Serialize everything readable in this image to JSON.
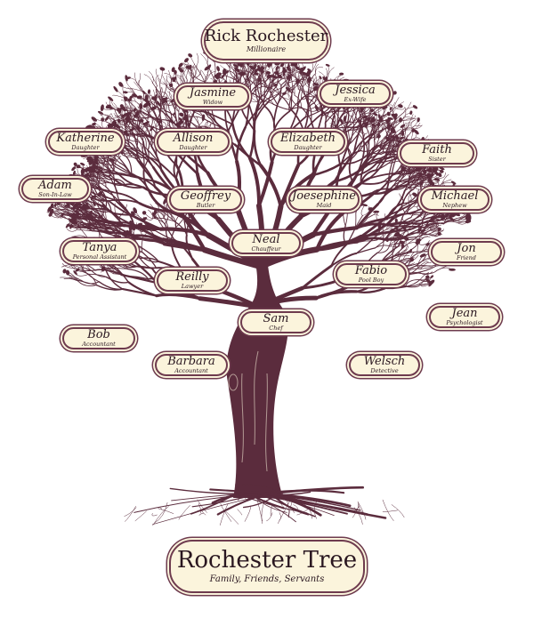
{
  "colors": {
    "tree": "#5b2c3d",
    "plaque_fill": "#fbf4dc",
    "plaque_border": "#6e3b4e",
    "text": "#2a1720"
  },
  "header": {
    "name": "Rick Rochester",
    "role": "Millionaire"
  },
  "footer": {
    "title": "Rochester Tree",
    "subtitle": "Family, Friends, Servants"
  },
  "members": [
    {
      "id": "jasmine",
      "name": "Jasmine",
      "role": "Widow"
    },
    {
      "id": "jessica",
      "name": "Jessica",
      "role": "Ex-Wife"
    },
    {
      "id": "katherine",
      "name": "Katherine",
      "role": "Daughter"
    },
    {
      "id": "allison",
      "name": "Allison",
      "role": "Daughter"
    },
    {
      "id": "elizabeth",
      "name": "Elizabeth",
      "role": "Daughter"
    },
    {
      "id": "faith",
      "name": "Faith",
      "role": "Sister"
    },
    {
      "id": "adam",
      "name": "Adam",
      "role": "Son-In-Law"
    },
    {
      "id": "geoffrey",
      "name": "Geoffrey",
      "role": "Butler"
    },
    {
      "id": "joesephine",
      "name": "Joesephine",
      "role": "Maid"
    },
    {
      "id": "michael",
      "name": "Michael",
      "role": "Nephew"
    },
    {
      "id": "neal",
      "name": "Neal",
      "role": "Chauffeur"
    },
    {
      "id": "tanya",
      "name": "Tanya",
      "role": "Personal Assistant"
    },
    {
      "id": "jon",
      "name": "Jon",
      "role": "Friend"
    },
    {
      "id": "fabio",
      "name": "Fabio",
      "role": "Pool Boy"
    },
    {
      "id": "reilly",
      "name": "Reilly",
      "role": "Lawyer"
    },
    {
      "id": "jean",
      "name": "Jean",
      "role": "Psychologist"
    },
    {
      "id": "sam",
      "name": "Sam",
      "role": "Chef"
    },
    {
      "id": "bob",
      "name": "Bob",
      "role": "Accountant"
    },
    {
      "id": "barbara",
      "name": "Barbara",
      "role": "Accountant"
    },
    {
      "id": "welsch",
      "name": "Welsch",
      "role": "Detective"
    }
  ]
}
